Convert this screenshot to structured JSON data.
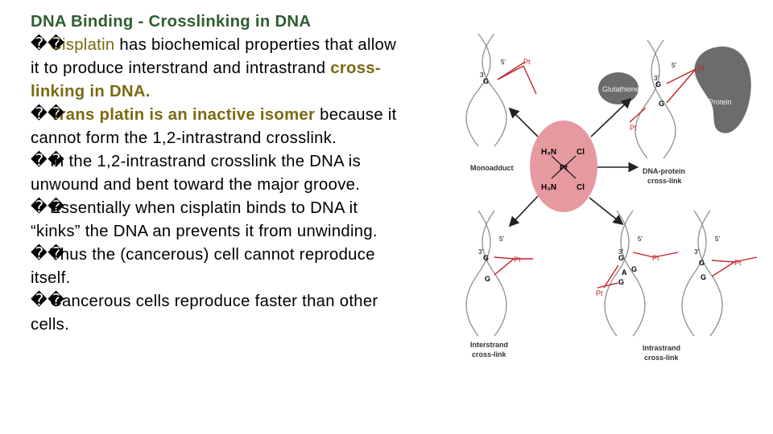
{
  "title": "DNA Binding - Crosslinking in DNA",
  "bullet_glyph": "��",
  "p1": {
    "term": "Cisplatin",
    "rest": " has biochemical properties that allow it to produce interstrand and intrastrand ",
    "emph": "cross-linking in DNA."
  },
  "p2": {
    "term": "Trans platin is an inactive isomer",
    "rest": " because it cannot form the 1,2-intrastrand crosslink."
  },
  "p3": {
    "text": "In the 1,2-intrastrand crosslink the DNA is unwound and bent toward the major groove."
  },
  "p4": {
    "text": "Essentially when cisplatin binds to DNA it “kinks” the DNA an prevents it from unwinding."
  },
  "p5": {
    "text": "Thus the (cancerous) cell cannot reproduce itself."
  },
  "p6": {
    "text": "Cancerous cells reproduce faster than other cells."
  },
  "figure": {
    "monoadduct": "Monoadduct",
    "glutathione": "Glutathione",
    "protein": "Protein",
    "dna_protein_1": "DNA-protein",
    "dna_protein_2": "cross-link",
    "interstrand_1": "Interstrand",
    "interstrand_2": "cross-link",
    "intrastrand_1": "Intrastrand",
    "intrastrand_2": "cross-link",
    "pt": "Pt",
    "h3n": "H₃N",
    "cl": "Cl",
    "g": "G",
    "a": "A",
    "five_prime": "5'",
    "three_prime": "3'",
    "colors": {
      "center": "#e69aa0",
      "pt_lines": "#c2222b",
      "shapes": "#6c6c6c"
    }
  }
}
